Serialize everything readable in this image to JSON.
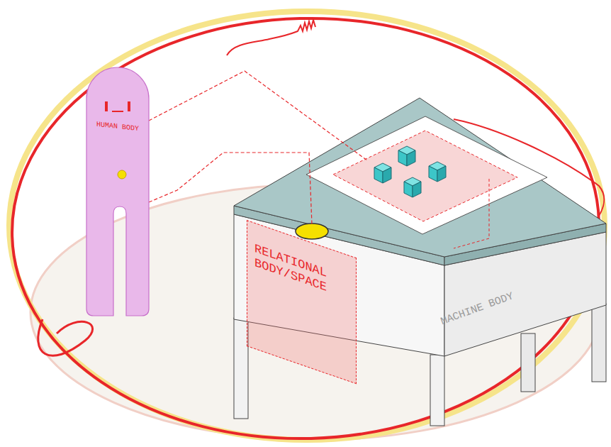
{
  "diagram": {
    "nodes": [
      {
        "text": [
          "HUMAN BODY"
        ]
      },
      {
        "text": [
          "MACHINE BODY"
        ]
      },
      {
        "text": [
          "RELATIONAL BODY/SPACE"
        ],
        "in": 1
      }
    ],
    "edges": [
      {
        "from": 0,
        "to": 1,
        "arrow": "none"
      },
      {
        "from": 0,
        "to": 1,
        "arrow": "none"
      }
    ]
  }
}
